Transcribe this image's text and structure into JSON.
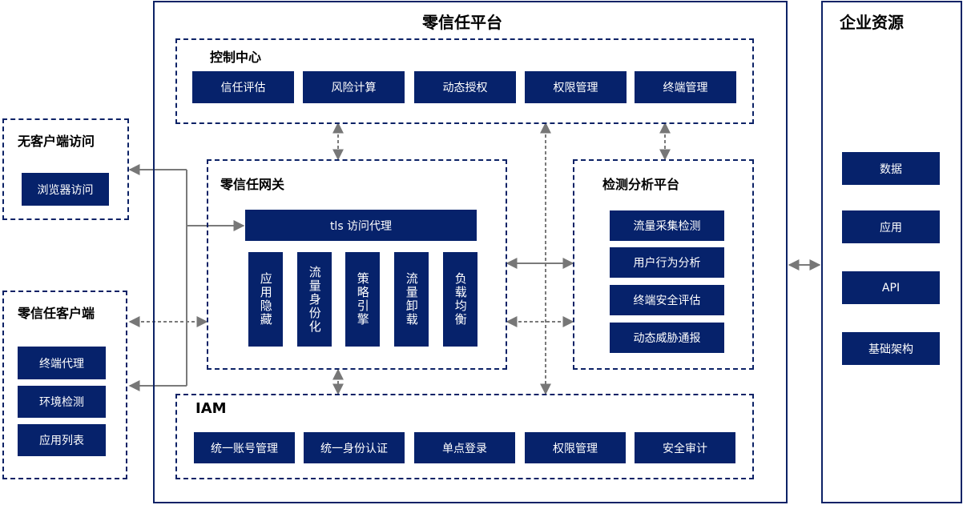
{
  "platform": {
    "title": "零信任平台"
  },
  "control_center": {
    "title": "控制中心",
    "items": [
      "信任评估",
      "风险计算",
      "动态授权",
      "权限管理",
      "终端管理"
    ]
  },
  "gateway": {
    "title": "零信任网关",
    "proxy": "tls 访问代理",
    "modules": [
      "应用隐藏",
      "流量身份化",
      "策略引擎",
      "流量卸载",
      "负载均衡"
    ]
  },
  "analysis": {
    "title": "检测分析平台",
    "items": [
      "流量采集检测",
      "用户行为分析",
      "终端安全评估",
      "动态威胁通报"
    ]
  },
  "iam": {
    "title": "IAM",
    "items": [
      "统一账号管理",
      "统一身份认证",
      "单点登录",
      "权限管理",
      "安全审计"
    ]
  },
  "clientless": {
    "title": "无客户端访问",
    "items": [
      "浏览器访问"
    ]
  },
  "client": {
    "title": "零信任客户端",
    "items": [
      "终端代理",
      "环境检测",
      "应用列表"
    ]
  },
  "enterprise": {
    "title": "企业资源",
    "items": [
      "数据",
      "应用",
      "API",
      "基础架构"
    ]
  },
  "colors": {
    "primary": "#06226b",
    "border": "#0c2266",
    "arrow": "#777777"
  }
}
